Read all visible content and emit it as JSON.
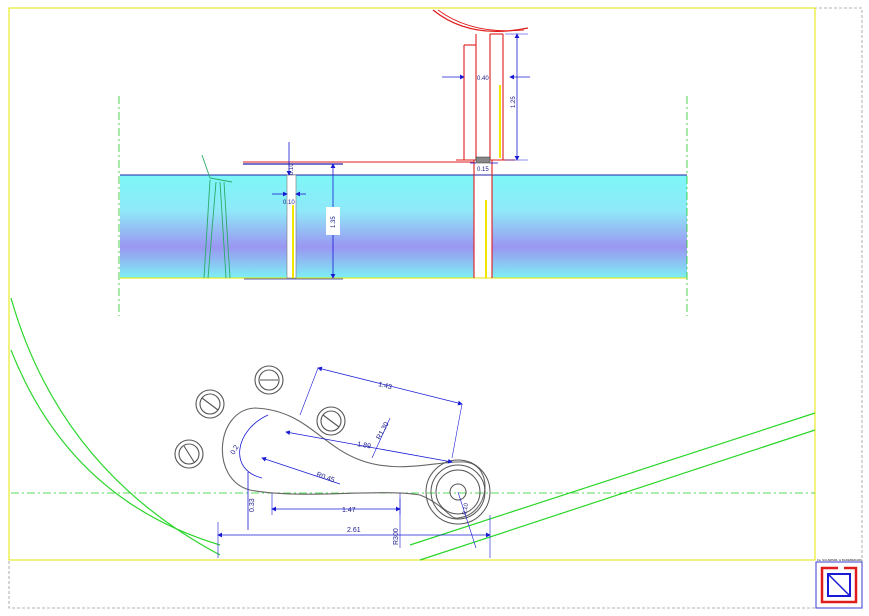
{
  "colors": {
    "frame_outer": "#9a9a9a",
    "frame_inner": "#e6e600",
    "dimension": "#1a1ad6",
    "structure_red": "#e01b1b",
    "centerline_green": "#22cc22",
    "curve_green": "#2bd62b",
    "outline_grey": "#666666",
    "water_top": "#7cf7f7",
    "water_mid": "#9aa6f4",
    "accent_yellow": "#f2e600"
  },
  "section_dims": {
    "d_0_40": "0.40",
    "d_1_25": "1.25",
    "d_0_15": "0.15",
    "d_0_10a": "0.10",
    "d_0_10b": "0.10",
    "d_1_35": "1.35"
  },
  "plan_dims": {
    "d_1_43": "1.43",
    "d_1_89": "1.89",
    "d_r1_30": "R1.30",
    "d_r0_45": "R0.45",
    "d_0_2": "0.2",
    "d_1_47": "1.47",
    "d_0_33": "0.33",
    "d_2_61": "2.61",
    "d_r300": "R300",
    "d_0_10_angle": "0.10"
  },
  "title_block": {
    "caption": "Fa. SCHWIMM- & BADEBEDARF",
    "logo_icon": "company-logo-icon"
  }
}
